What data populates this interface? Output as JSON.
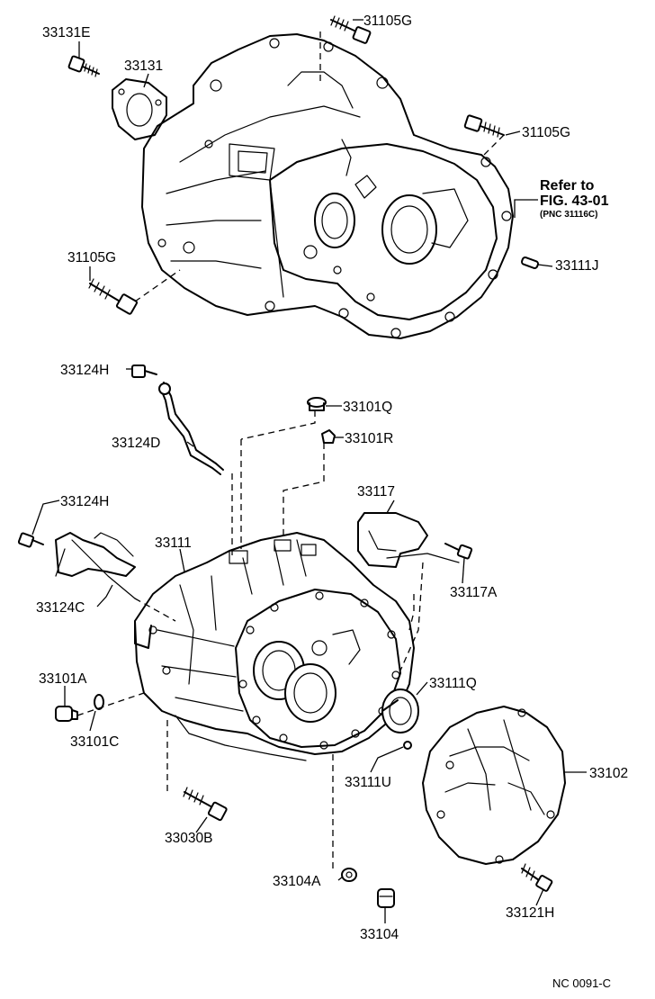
{
  "labels": {
    "p33131E": "33131E",
    "p31105G_top": "31105G",
    "p33131": "33131",
    "p31105G_right": "31105G",
    "refer_to": "Refer to",
    "refer_fig": "FIG. 43-01",
    "refer_pnc": "(PNC 31116C)",
    "p31105G_left": "31105G",
    "p33111J": "33111J",
    "p33124H_top": "33124H",
    "p33101Q": "33101Q",
    "p33101R": "33101R",
    "p33124D": "33124D",
    "p33124H_mid": "33124H",
    "p33117": "33117",
    "p33111": "33111",
    "p33117A": "33117A",
    "p33124C": "33124C",
    "p33101A": "33101A",
    "p33111Q": "33111Q",
    "p33101C": "33101C",
    "p33111U": "33111U",
    "p33102": "33102",
    "p33030B": "33030B",
    "p33104A": "33104A",
    "p33121H": "33121H",
    "p33104": "33104"
  },
  "figure_code": "NC 0091-C"
}
